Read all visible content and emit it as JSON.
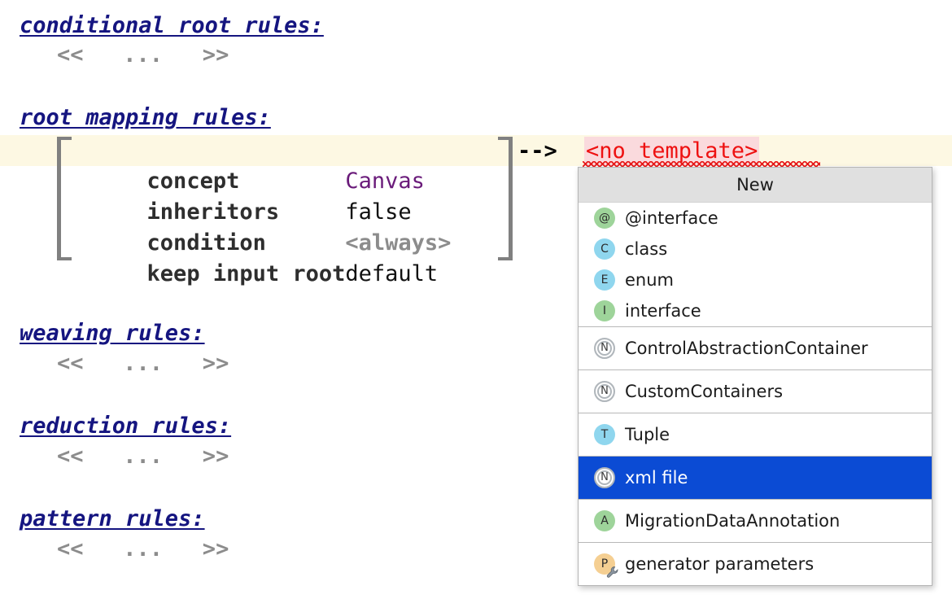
{
  "editor": {
    "sections": [
      {
        "title": "conditional root rules:",
        "body": "<<   ...   >>"
      },
      {
        "title": "root mapping rules:"
      },
      {
        "title": "weaving rules:",
        "body": "<<   ...   >>"
      },
      {
        "title": "reduction rules:",
        "body": "<<   ...   >>"
      },
      {
        "title": "pattern rules:",
        "body": "<<   ...   >>"
      }
    ],
    "mapping_rule": {
      "rows": [
        {
          "label": "concept        ",
          "value": "Canvas",
          "value_color": "purple"
        },
        {
          "label": "inheritors     ",
          "value": "false",
          "value_color": "plain"
        },
        {
          "label": "condition      ",
          "value": "<always>",
          "value_color": "gray"
        },
        {
          "label": "keep input root",
          "value": "default",
          "value_color": "plain"
        }
      ],
      "arrow": "-->",
      "template": "<no template>"
    }
  },
  "popup": {
    "title": "New",
    "items": [
      {
        "label": "@interface",
        "icon": "at-annotation-icon",
        "icon_glyph": "@",
        "icon_style": "green",
        "group": 0,
        "selected": false
      },
      {
        "label": "class",
        "icon": "class-icon",
        "icon_glyph": "C",
        "icon_style": "blue",
        "group": 0,
        "selected": false
      },
      {
        "label": "enum",
        "icon": "enum-icon",
        "icon_glyph": "E",
        "icon_style": "blue",
        "group": 0,
        "selected": false
      },
      {
        "label": "interface",
        "icon": "interface-icon",
        "icon_glyph": "I",
        "icon_style": "green",
        "group": 0,
        "selected": false
      },
      {
        "label": "ControlAbstractionContainer",
        "icon": "node-icon",
        "icon_glyph": "N",
        "icon_style": "ring",
        "group": 1,
        "selected": false
      },
      {
        "label": "CustomContainers",
        "icon": "node-icon",
        "icon_glyph": "N",
        "icon_style": "ring",
        "group": 2,
        "selected": false
      },
      {
        "label": "Tuple",
        "icon": "tuple-icon",
        "icon_glyph": "T",
        "icon_style": "blue",
        "group": 3,
        "selected": false
      },
      {
        "label": "xml file",
        "icon": "node-icon",
        "icon_glyph": "N",
        "icon_style": "ring",
        "group": 4,
        "selected": true
      },
      {
        "label": "MigrationDataAnnotation",
        "icon": "annotation-icon",
        "icon_glyph": "A",
        "icon_style": "green",
        "group": 5,
        "selected": false
      },
      {
        "label": "generator parameters",
        "icon": "generator-parameters-icon",
        "icon_glyph": "P",
        "icon_style": "orange",
        "group": 6,
        "selected": false,
        "overlay": "wrench-icon"
      }
    ]
  },
  "colors": {
    "header_text": "#151580",
    "highlight_row": "#fdf8e3",
    "error_text": "#ee1111",
    "error_background": "#fadadd",
    "selection_background": "#0b4bd4",
    "concept_value": "#6a1b7a"
  }
}
